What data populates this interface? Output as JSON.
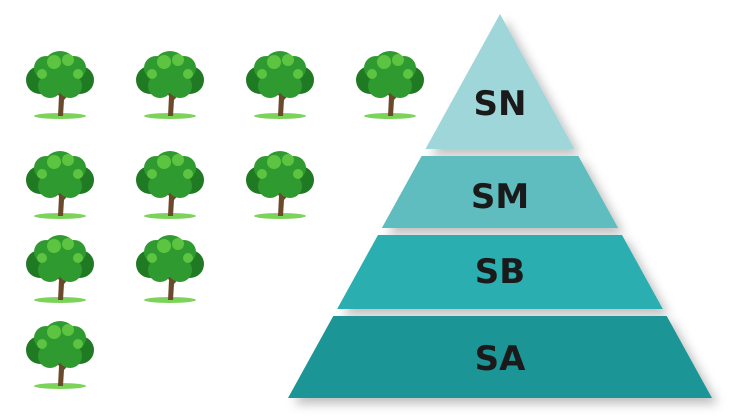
{
  "diagram": {
    "tree_icon": "tree-icon",
    "tree_rows": [
      4,
      3,
      2,
      1
    ],
    "colors": {
      "tier_sn": "#9ed6da",
      "tier_sm": "#5fbcbf",
      "tier_sb": "#2aaeb0",
      "tier_sa": "#1f9596",
      "foliage_dark": "#1f7a23",
      "foliage_mid": "#2f9a2f",
      "foliage_light": "#5cc441",
      "trunk": "#6b4a2b",
      "grass": "#7bd35a"
    },
    "pyramid": {
      "tiers": [
        {
          "label": "SN"
        },
        {
          "label": "SM"
        },
        {
          "label": "SB"
        },
        {
          "label": "SA"
        }
      ]
    }
  }
}
